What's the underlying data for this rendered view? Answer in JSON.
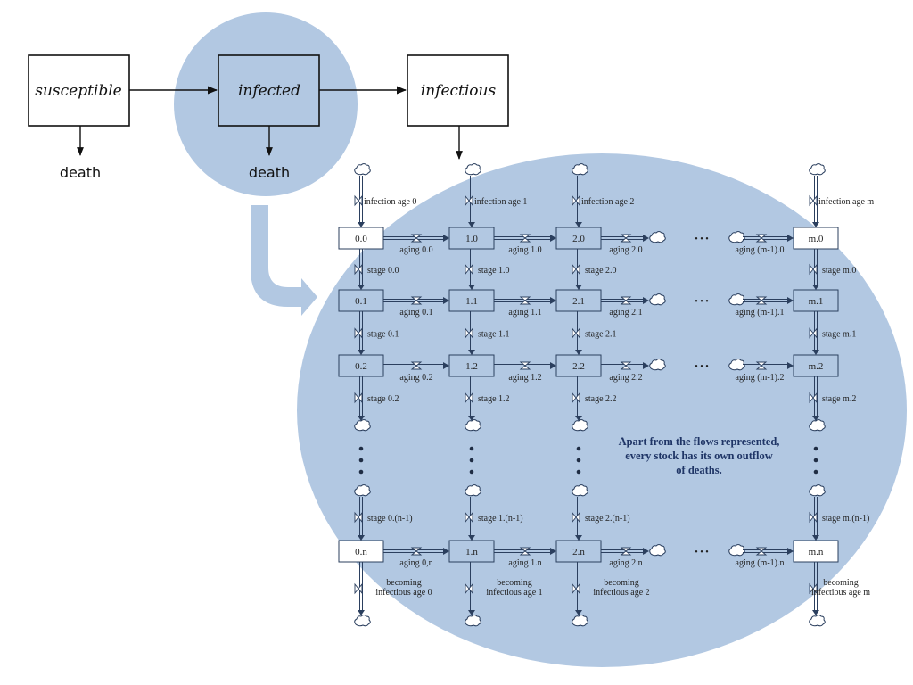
{
  "top_chain": {
    "susceptible": "susceptible",
    "infected": "infected",
    "infectious": "infectious",
    "death_left": "death",
    "death_mid": "death"
  },
  "infection_age_labels": [
    "infection age 0",
    "infection age 1",
    "infection age 2",
    "infection age m"
  ],
  "stocks": [
    [
      "0.0",
      "1.0",
      "2.0",
      "m.0"
    ],
    [
      "0.1",
      "1.1",
      "2.1",
      "m.1"
    ],
    [
      "0.2",
      "1.2",
      "2.2",
      "m.2"
    ],
    [
      "0.n",
      "1.n",
      "2.n",
      "m.n"
    ]
  ],
  "aging_labels": [
    [
      "aging 0.0",
      "aging 1.0",
      "aging 2.0",
      "aging (m-1).0"
    ],
    [
      "aging 0.1",
      "aging 1.1",
      "aging 2.1",
      "aging (m-1).1"
    ],
    [
      "aging 0.2",
      "aging 1.2",
      "aging 2.2",
      "aging (m-1).2"
    ],
    [
      "aging 0,n",
      "aging 1.n",
      "aging 2.n",
      "aging (m-1).n"
    ]
  ],
  "stage_labels": [
    [
      "stage 0.0",
      "stage 1.0",
      "stage 2.0",
      "stage m.0"
    ],
    [
      "stage 0.1",
      "stage 1.1",
      "stage 2.1",
      "stage m.1"
    ],
    [
      "stage 0.2",
      "stage 1.2",
      "stage 2.2",
      "stage m.2"
    ],
    [
      "stage 0.(n-1)",
      "stage 1.(n-1)",
      "stage 2.(n-1)",
      "stage m.(n-1)"
    ]
  ],
  "becoming_label": "becoming",
  "becoming_labels": [
    "infectious age 0",
    "infectious age 1",
    "infectious age 2",
    "infectious age m"
  ],
  "ellipsis": "• • •",
  "note_lines": [
    "Apart from the flows represented,",
    "every stock has its own outflow",
    "of deaths."
  ],
  "colors": {
    "highlight": "#b2c8e2",
    "flow": "#2b3f5e",
    "stock_fill": "#b2c8e2",
    "stock_border": "#2b3f5e"
  }
}
